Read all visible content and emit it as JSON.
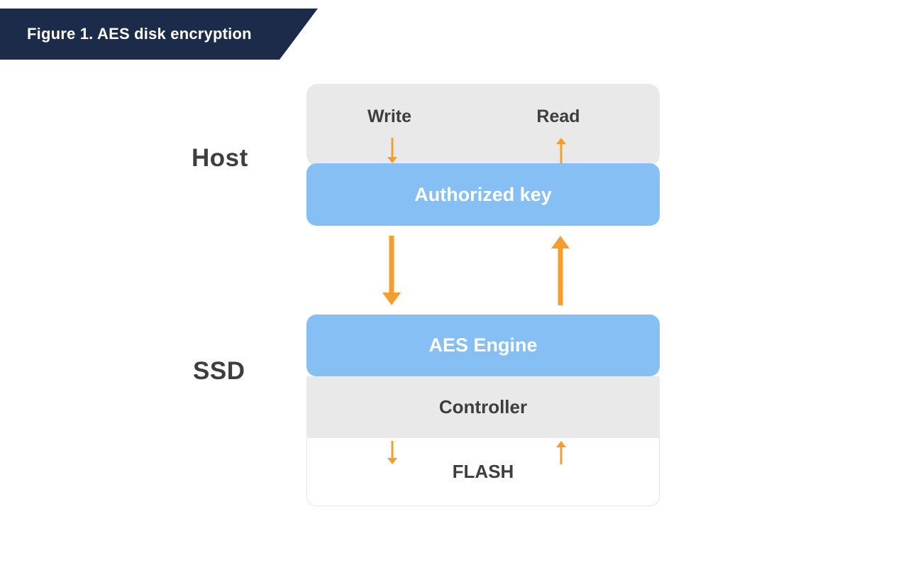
{
  "figure": {
    "title": "Figure 1. AES disk encryption"
  },
  "side_labels": {
    "host": "Host",
    "ssd": "SSD"
  },
  "host_block": {
    "write_label": "Write",
    "read_label": "Read",
    "authorized_key_label": "Authorized key"
  },
  "ssd_block": {
    "aes_engine_label": "AES Engine",
    "controller_label": "Controller",
    "flash_label": "FLASH"
  },
  "icons": {
    "write_down_arrow": "arrow-down",
    "read_up_arrow": "arrow-up",
    "host_to_ssd_arrow": "arrow-down",
    "ssd_to_host_arrow": "arrow-up",
    "flash_write_arrow": "arrow-down",
    "flash_read_arrow": "arrow-up"
  },
  "colors": {
    "banner": "#1c2b4a",
    "box_blue": "#85bff4",
    "box_gray": "#e9e9e9",
    "arrow": "#f59e2f",
    "text_dark": "#3e3e3e",
    "text_white": "#ffffff"
  }
}
